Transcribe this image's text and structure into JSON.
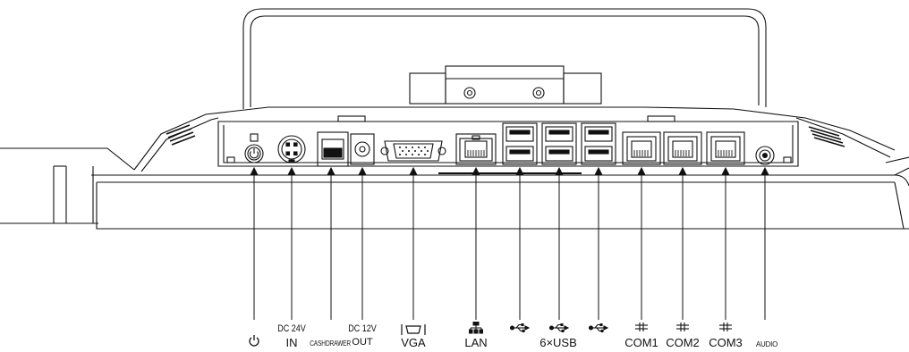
{
  "ports": {
    "power": {
      "icon": "power-icon"
    },
    "dc_in": {
      "line1": "DC 24V",
      "line2": "IN"
    },
    "cash_drawer": {
      "label1": "CASH",
      "label2": "DRAWER"
    },
    "dc_out": {
      "line1": "DC 12V",
      "line2": "OUT"
    },
    "vga": {
      "label": "VGA",
      "icon": "vga-icon"
    },
    "lan": {
      "label": "LAN",
      "icon": "lan-icon"
    },
    "usb": {
      "label": "6×USB",
      "icon": "usb-icon"
    },
    "com1": {
      "label": "COM1",
      "icon": "serial-icon"
    },
    "com2": {
      "label": "COM2",
      "icon": "serial-icon"
    },
    "com3": {
      "label": "COM3",
      "icon": "serial-icon"
    },
    "audio": {
      "label": "AUDIO"
    }
  }
}
